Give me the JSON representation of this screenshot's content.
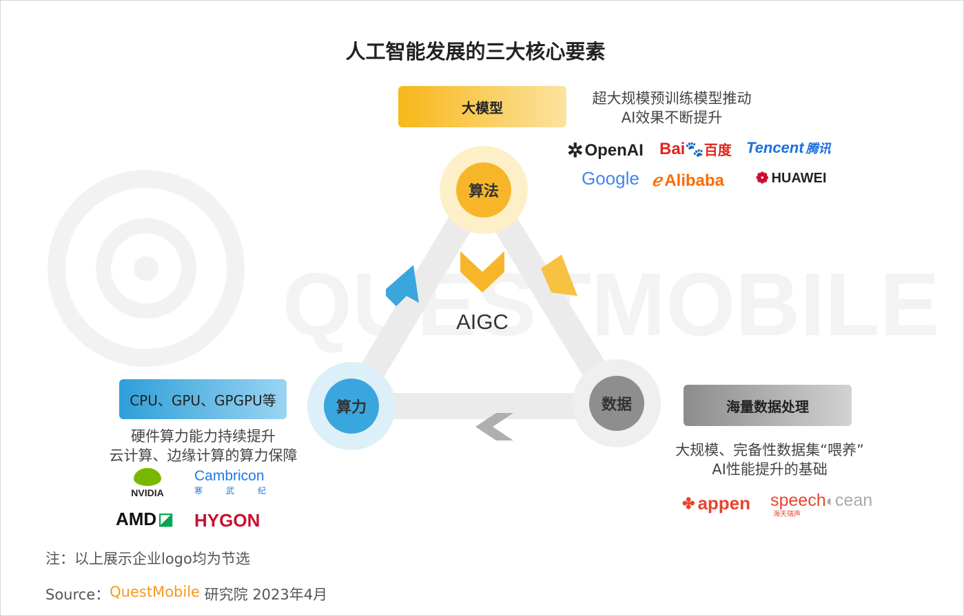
{
  "title": "人工智能发展的三大核心要素",
  "watermark": "QUESTMOBILE",
  "center_label": "AIGC",
  "nodes": {
    "algorithm": "算法",
    "compute": "算力",
    "data": "数据"
  },
  "big_model": {
    "badge": "大模型",
    "desc_line1": "超大规模预训练模型推动",
    "desc_line2": "AI效果不断提升",
    "logos": [
      "OpenAI",
      "Bai",
      "百度",
      "Tencent",
      "腾讯",
      "Google",
      "Alibaba",
      "HUAWEI"
    ]
  },
  "compute_block": {
    "badge": "CPU、GPU、GPGPU等",
    "desc_line1": "硬件算力能力持续提升",
    "desc_line2": "云计算、边缘计算的算力保障",
    "logos": [
      "NVIDIA",
      "Cambricon",
      "寒",
      "武",
      "纪",
      "AMD",
      "HYGON"
    ]
  },
  "data_block": {
    "badge": "海量数据处理",
    "desc_line1": "大规模、完备性数据集“喂养”",
    "desc_line2": "AI性能提升的基础",
    "logos": [
      "appen",
      "speech",
      "cean",
      "海天瑞声"
    ]
  },
  "note": "注：以上展示企业logo均为节选",
  "source": {
    "prefix": "Source：",
    "brand": "QuestMobile",
    "suffix": " 研究院 2023年4月"
  },
  "colors": {
    "gold": "#F5B31C",
    "blue": "#2E9FD8",
    "gray": "#8C8C8C",
    "brand_orange": "#F39A1B"
  }
}
